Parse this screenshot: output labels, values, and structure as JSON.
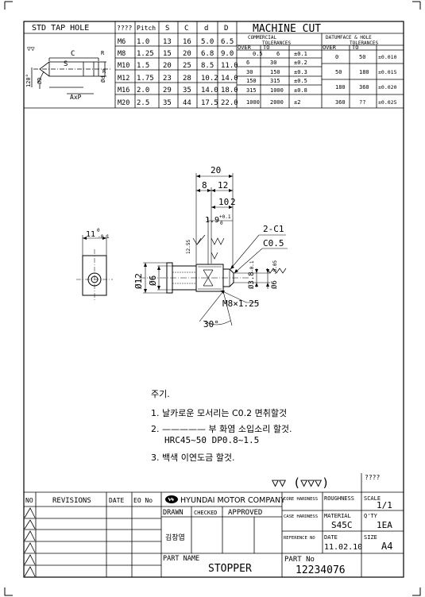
{
  "tap_table": {
    "title": "STD TAP HOLE",
    "headers": [
      "????",
      "Pitch",
      "S",
      "C",
      "d",
      "D"
    ],
    "rows": [
      [
        "M6",
        "1.0",
        "13",
        "16",
        "5.0",
        "6.5"
      ],
      [
        "M8",
        "1.25",
        "15",
        "20",
        "6.8",
        "9.0"
      ],
      [
        "M10",
        "1.5",
        "20",
        "25",
        "8.5",
        "11.0"
      ],
      [
        "M12",
        "1.75",
        "23",
        "28",
        "10.2",
        "14.0"
      ],
      [
        "M16",
        "2.0",
        "29",
        "35",
        "14.0",
        "18.0"
      ],
      [
        "M20",
        "2.5",
        "35",
        "44",
        "17.5",
        "22.0"
      ]
    ],
    "sketch": {
      "symbol": "▽▽",
      "c": "C",
      "s": "S",
      "r": "R",
      "angle": "120°",
      "d": "Ød",
      "D": "ØD",
      "axp": "AxP"
    }
  },
  "machine_cut": {
    "title": "MACHINE  CUT",
    "commercial_header": [
      "COMMERCIAL",
      "TOLERANCES"
    ],
    "commercial_over": "OVER",
    "commercial_to": "TO",
    "commercial_rows": [
      [
        "0.5",
        "6",
        "±0.1"
      ],
      [
        "6",
        "30",
        "±0.2"
      ],
      [
        "30",
        "150",
        "±0.3"
      ],
      [
        "150",
        "315",
        "±0.5"
      ],
      [
        "315",
        "1000",
        "±0.8"
      ],
      [
        "1000",
        "2000",
        "±2"
      ]
    ],
    "datum_header": [
      "DATUMFACE & HOLE",
      "TOLERANCES"
    ],
    "datum_over": "OVER",
    "datum_to": "TO",
    "datum_rows": [
      [
        "0",
        "50",
        "±0.010"
      ],
      [
        "50",
        "180",
        "±0.015"
      ],
      [
        "180",
        "360",
        "±0.020"
      ],
      [
        "360",
        "??",
        "±0.025"
      ]
    ]
  },
  "drawing": {
    "dim_20": "20",
    "dim_8": "8",
    "dim_12": "12",
    "dim_10": "10",
    "dim_2": "2",
    "dim_19": "1.9",
    "dim_19_tol_upper": "+0.1",
    "dim_19_tol_lower": "0",
    "chamfer": "2-C1",
    "c05": "C0.5",
    "dia_12": "Ø12",
    "dia_6": "Ø6",
    "dia_38": "Ø3.8",
    "dia_38_tol": "-0.1",
    "dia_6_right": "Ø6",
    "dia_6_right_tol": "-0.05",
    "thread": "M8×1.25",
    "angle": "30°",
    "rough_left": "12.5S",
    "side_dim": "11",
    "side_dim_tol": "0",
    "side_dim_tol2": "-0.1"
  },
  "notes": {
    "heading": "주기.",
    "items": [
      "1. 날카로운 모서리는 C0.2 면취할것",
      "2. —————  부 화염 소입소리 할것.",
      "HRC45~50 DP0.8~1.5",
      "3. 백색 이연도금 할것."
    ]
  },
  "surface": {
    "symbol": "▽▽ (▽▽▽)",
    "qmark": "????"
  },
  "title_block": {
    "no": "NO",
    "revisions": "REVISIONS",
    "date": "DATE",
    "eo_no": "EO No",
    "company": "HYUNDAI MOTOR COMPANY",
    "drawn": "DRAWN",
    "checked": "CHECKED",
    "approved": "APPROVED",
    "drawn_name": "김창엽",
    "core_hardness": "CORE HARDNESS",
    "roughness": "ROUGHNESS",
    "scale_label": "SCALE",
    "scale": "1/1",
    "case_hardness": "CASE HARDNESS",
    "material_label": "MATERIAL",
    "material": "S45C",
    "qty_label": "Q'TY",
    "qty": "1EA",
    "reference_no": "REFERENCE NO",
    "date_label": "DATE",
    "date_value": "11.02.10",
    "size_label": "SIZE",
    "size": "A4",
    "part_name_label": "PART NAME",
    "part_name": "STOPPER",
    "part_no_label": "PART No",
    "part_no": "12234076"
  }
}
